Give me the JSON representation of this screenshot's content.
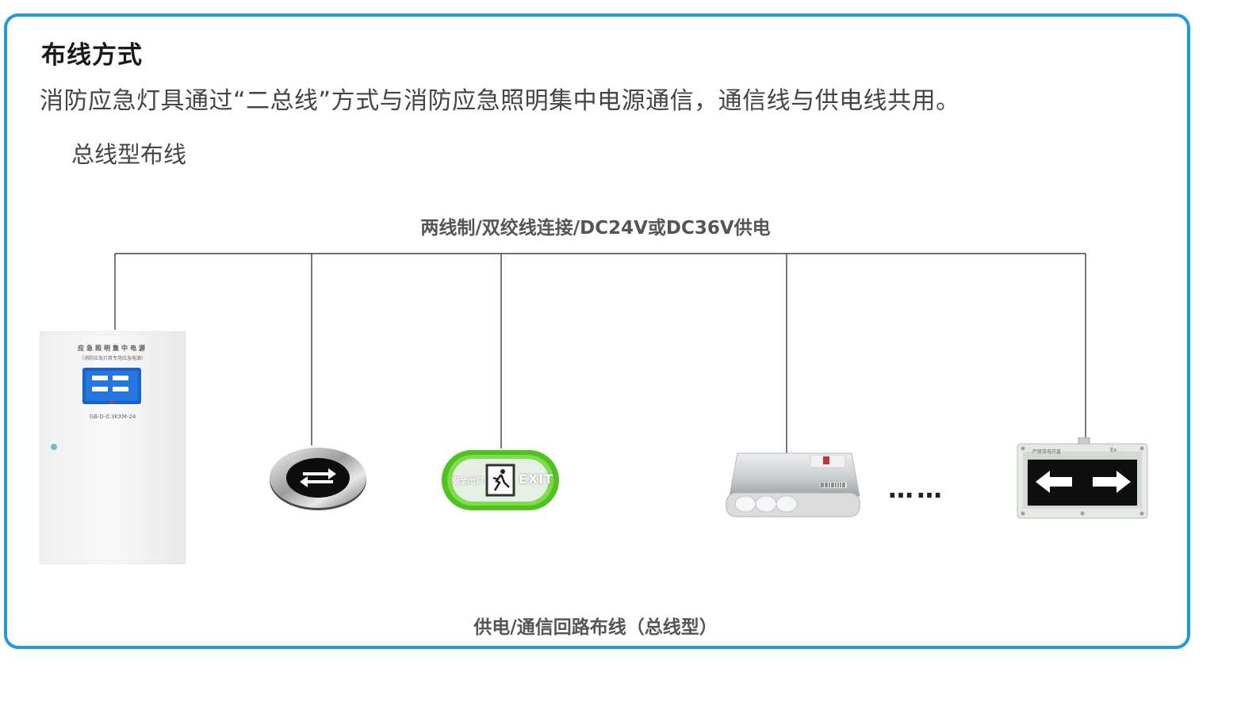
{
  "heading": "布线方式",
  "description": "消防应急灯具通过“二总线”方式与消防应急照明集中电源通信，通信线与供电线共用。",
  "subheading": "总线型布线",
  "bus_caption": "两线制/双绞线连接/DC24V或DC36V供电",
  "bottom_caption": "供电/通信回路布线（总线型）",
  "ellipsis": "……",
  "devices": {
    "power_supply": {
      "title": "应急照明集中电源",
      "subtitle": "（消防应急灯具专用应急电源）",
      "model": "GB-D-0.3KXM-24"
    },
    "exit_sign": {
      "cn_text": "安全出口",
      "en_text": "EXIT"
    },
    "explosion_proof_sign": {
      "label_left": "严禁带电开盖",
      "label_right": "Ex"
    }
  },
  "colors": {
    "frame": "#1e9be0",
    "exit_green": "#5fcf2a"
  }
}
